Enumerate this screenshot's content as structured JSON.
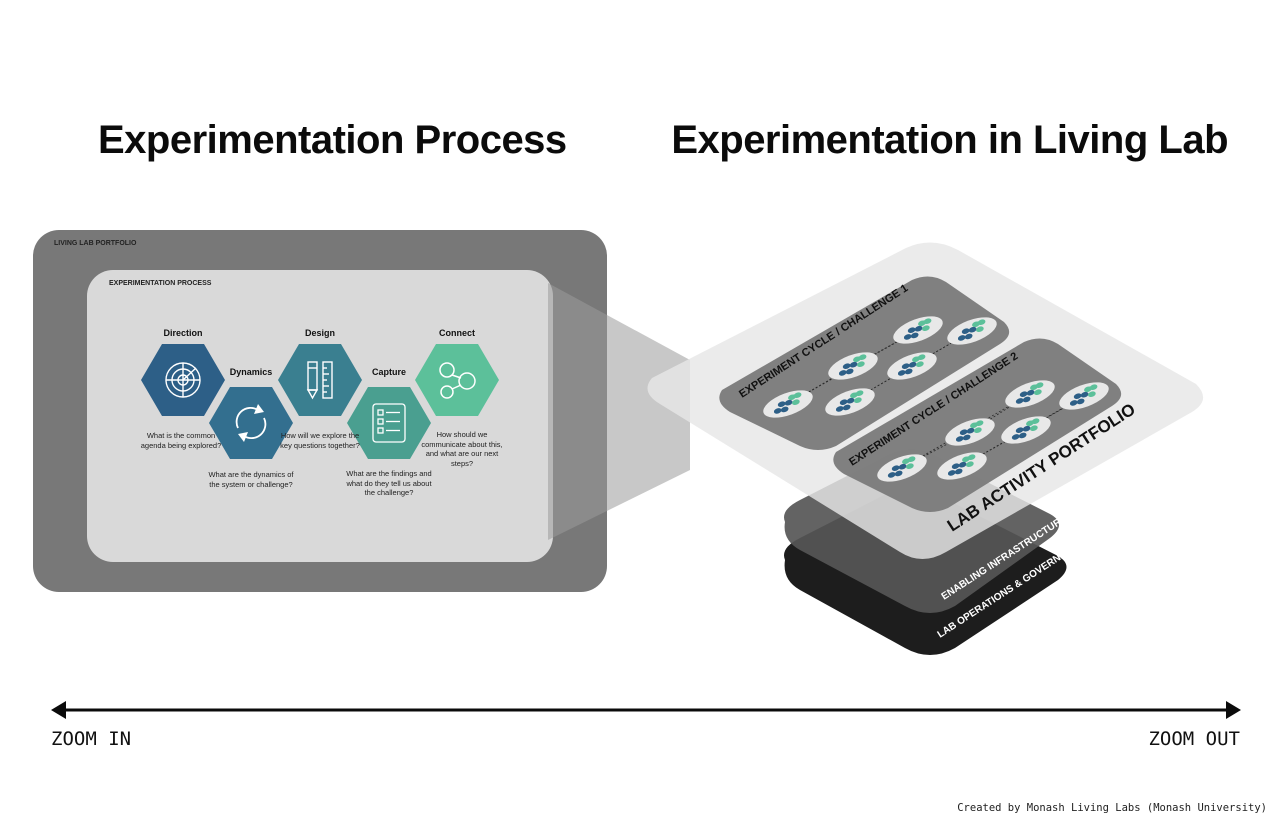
{
  "titles": {
    "left": "Experimentation Process",
    "right": "Experimentation in Living Lab"
  },
  "portfolio": {
    "label": "LIVING LAB PORTFOLIO",
    "process_label": "EXPERIMENTATION PROCESS"
  },
  "steps": [
    {
      "title": "Direction",
      "desc": "What is the common agenda being explored?",
      "icon": "radar-icon",
      "color": "#2d5f87"
    },
    {
      "title": "Dynamics",
      "desc": "What are the dynamics of the system or challenge?",
      "icon": "cycle-arrows-icon",
      "color": "#336f8f"
    },
    {
      "title": "Design",
      "desc": "How will we explore the key questions together?",
      "icon": "pencil-ruler-icon",
      "color": "#3a7f90"
    },
    {
      "title": "Capture",
      "desc": "What are the findings and what do they tell us about the challenge?",
      "icon": "checklist-icon",
      "color": "#4a9f90"
    },
    {
      "title": "Connect",
      "desc": "How should we communicate about this, and what are our next steps?",
      "icon": "network-nodes-icon",
      "color": "#5cc09a"
    }
  ],
  "stack": {
    "cycle1": "EXPERIMENT CYCLE / CHALLENGE 1",
    "cycle2": "EXPERIMENT CYCLE / CHALLENGE 2",
    "activity": "LAB ACTIVITY PORTFOLIO",
    "infrastructure": "ENABLING INFRASTRUCTURE",
    "operations": "LAB OPERATIONS & GOVERNANCE",
    "dot_colors": {
      "dark": "#2d5f87",
      "light": "#5cc09a"
    }
  },
  "axis": {
    "left": "ZOOM IN",
    "right": "ZOOM OUT"
  },
  "credit": "Created by Monash Living Labs (Monash University)"
}
